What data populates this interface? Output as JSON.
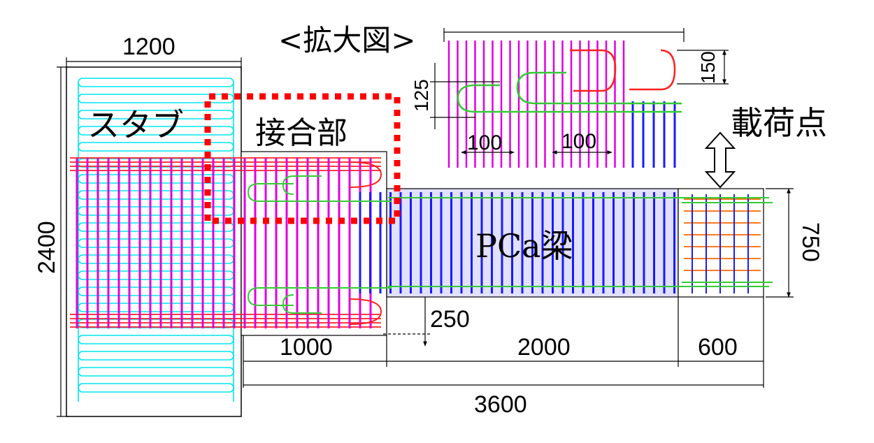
{
  "labels": {
    "stub": "スタブ",
    "joint": "接合部",
    "beam": "PCa梁",
    "load_point": "載荷点",
    "enlarged_view": "<拡大図>"
  },
  "dimensions": {
    "stub_width": "1200",
    "stub_height": "2400",
    "beam_depth": "750",
    "joint_length": "1000",
    "beam_length": "2000",
    "end_length": "600",
    "total_length": "3600",
    "offset": "250",
    "detail_spacing_left": "100",
    "detail_spacing_right": "100",
    "detail_cover_left": "125",
    "detail_cover_right": "150"
  },
  "colors": {
    "stub_rebar": "#00e5ee",
    "joint_stirrup": "#e000e0",
    "beam_stirrup": "#1a1aff",
    "main_bar": "#ff2020",
    "hook_bar": "#33cc33",
    "end_rebar": "#ff7a1a",
    "highlight_frame": "#ff0000",
    "dimension_line": "#000000",
    "beam_fill": "#c9c9ff"
  },
  "icons": {
    "load_arrow": "double-headed-vertical-arrow-icon"
  }
}
